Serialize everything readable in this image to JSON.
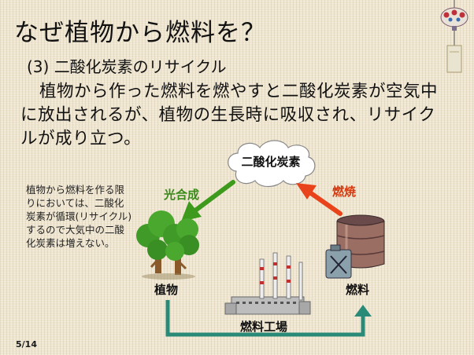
{
  "slide": {
    "title": "なぜ植物から燃料を？",
    "subtitle": "(3) 二酸化炭素のリサイクル",
    "body": "植物から作った燃料を燃やすと二酸化炭素が空気中に放出されるが、植物の生長時に吸収され、リサイクルが成り立つ。",
    "side_note": "植物から燃料を作る限りにおいては、二酸化炭素が循環(リサイクル)するので大気中の二酸化炭素は増えない。",
    "page_number": "5/14"
  },
  "diagram": {
    "cloud_label": "二酸化炭素",
    "photosynthesis_label": "光合成",
    "combustion_label": "燃焼",
    "plant_label": "植物",
    "fuel_label": "燃料",
    "factory_label": "燃料工場"
  },
  "colors": {
    "photosynthesis_arrow": "#3d9a1c",
    "combustion_arrow": "#e8431a",
    "cycle_arrow": "#2a8a78",
    "background": "#efe6d2"
  }
}
